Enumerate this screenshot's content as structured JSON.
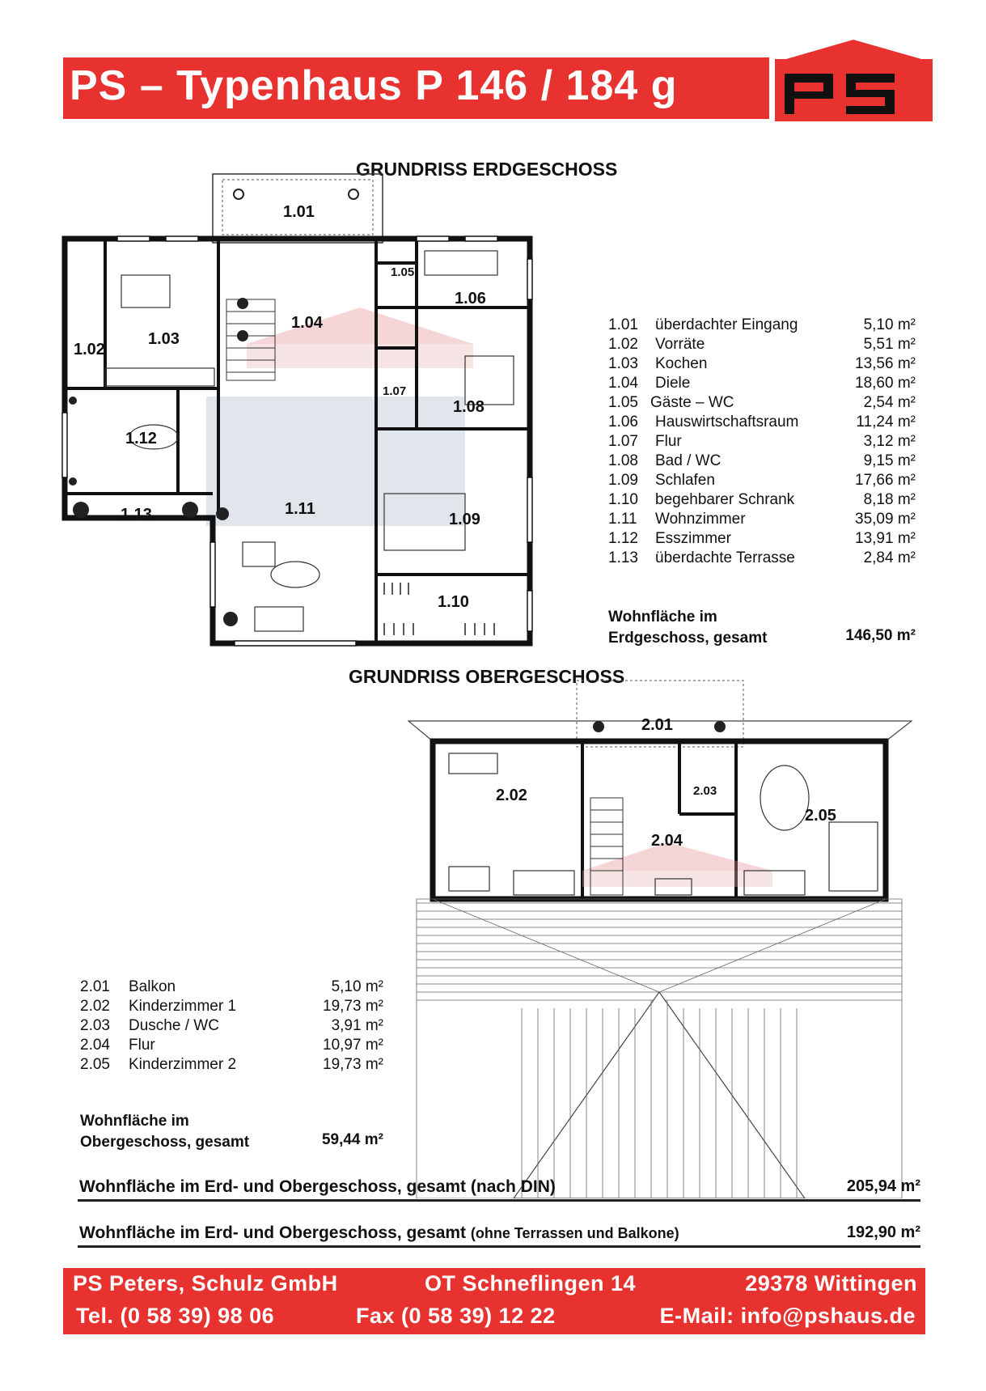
{
  "header": {
    "title": "PS – Typenhaus P 146 / 184 g",
    "logo": "PS"
  },
  "ground_floor": {
    "heading": "GRUNDRISS ERDGESCHOSS",
    "rooms": [
      {
        "num": "1.01",
        "name": "überdachter Eingang",
        "area": "5,10 m²"
      },
      {
        "num": "1.02",
        "name": "Vorräte",
        "area": "5,51 m²"
      },
      {
        "num": "1.03",
        "name": "Kochen",
        "area": "13,56 m²"
      },
      {
        "num": "1.04",
        "name": "Diele",
        "area": "18,60 m²"
      },
      {
        "num": "1.05",
        "name": "Gäste – WC",
        "area": "2,54 m²"
      },
      {
        "num": "1.06",
        "name": "Hauswirtschaftsraum",
        "area": "11,24 m²"
      },
      {
        "num": "1.07",
        "name": "Flur",
        "area": "3,12 m²"
      },
      {
        "num": "1.08",
        "name": "Bad / WC",
        "area": "9,15 m²"
      },
      {
        "num": "1.09",
        "name": "Schlafen",
        "area": "17,66 m²"
      },
      {
        "num": "1.10",
        "name": "begehbarer Schrank",
        "area": "8,18 m²"
      },
      {
        "num": "1.11",
        "name": "Wohnzimmer",
        "area": "35,09 m²"
      },
      {
        "num": "1.12",
        "name": "Esszimmer",
        "area": "13,91 m²"
      },
      {
        "num": "1.13",
        "name": "überdachte Terrasse",
        "area": "2,84 m²"
      }
    ],
    "summary_line1": "Wohnfläche im",
    "summary_line2": "Erdgeschoss, gesamt",
    "summary_area": "146,50 m²"
  },
  "upper_floor": {
    "heading": "GRUNDRISS OBERGESCHOSS",
    "rooms": [
      {
        "num": "2.01",
        "name": "Balkon",
        "area": "5,10 m²"
      },
      {
        "num": "2.02",
        "name": "Kinderzimmer 1",
        "area": "19,73 m²"
      },
      {
        "num": "2.03",
        "name": "Dusche / WC",
        "area": "3,91 m²"
      },
      {
        "num": "2.04",
        "name": "Flur",
        "area": "10,97 m²"
      },
      {
        "num": "2.05",
        "name": "Kinderzimmer 2",
        "area": "19,73 m²"
      }
    ],
    "summary_line1": "Wohnfläche im",
    "summary_line2": "Obergeschoss, gesamt",
    "summary_area": "59,44 m²"
  },
  "totals": {
    "din_label": "Wohnfläche im Erd- und Obergeschoss, gesamt (nach DIN)",
    "din_area": "205,94 m²",
    "excl_label_main": "Wohnfläche im Erd- und Obergeschoss, gesamt",
    "excl_label_note": "(ohne Terrassen und Balkone)",
    "excl_area": "192,90 m²"
  },
  "footer": {
    "company": "PS Peters, Schulz GmbH",
    "street": "OT Schneflingen 14",
    "city": "29378 Wittingen",
    "tel": "Tel. (0 58 39) 98 06",
    "fax": "Fax (0 58 39) 12 22",
    "email": "E-Mail: info@pshaus.de"
  },
  "colors": {
    "brand_red": "#e8322f",
    "watermark": "#c9d3dd"
  }
}
